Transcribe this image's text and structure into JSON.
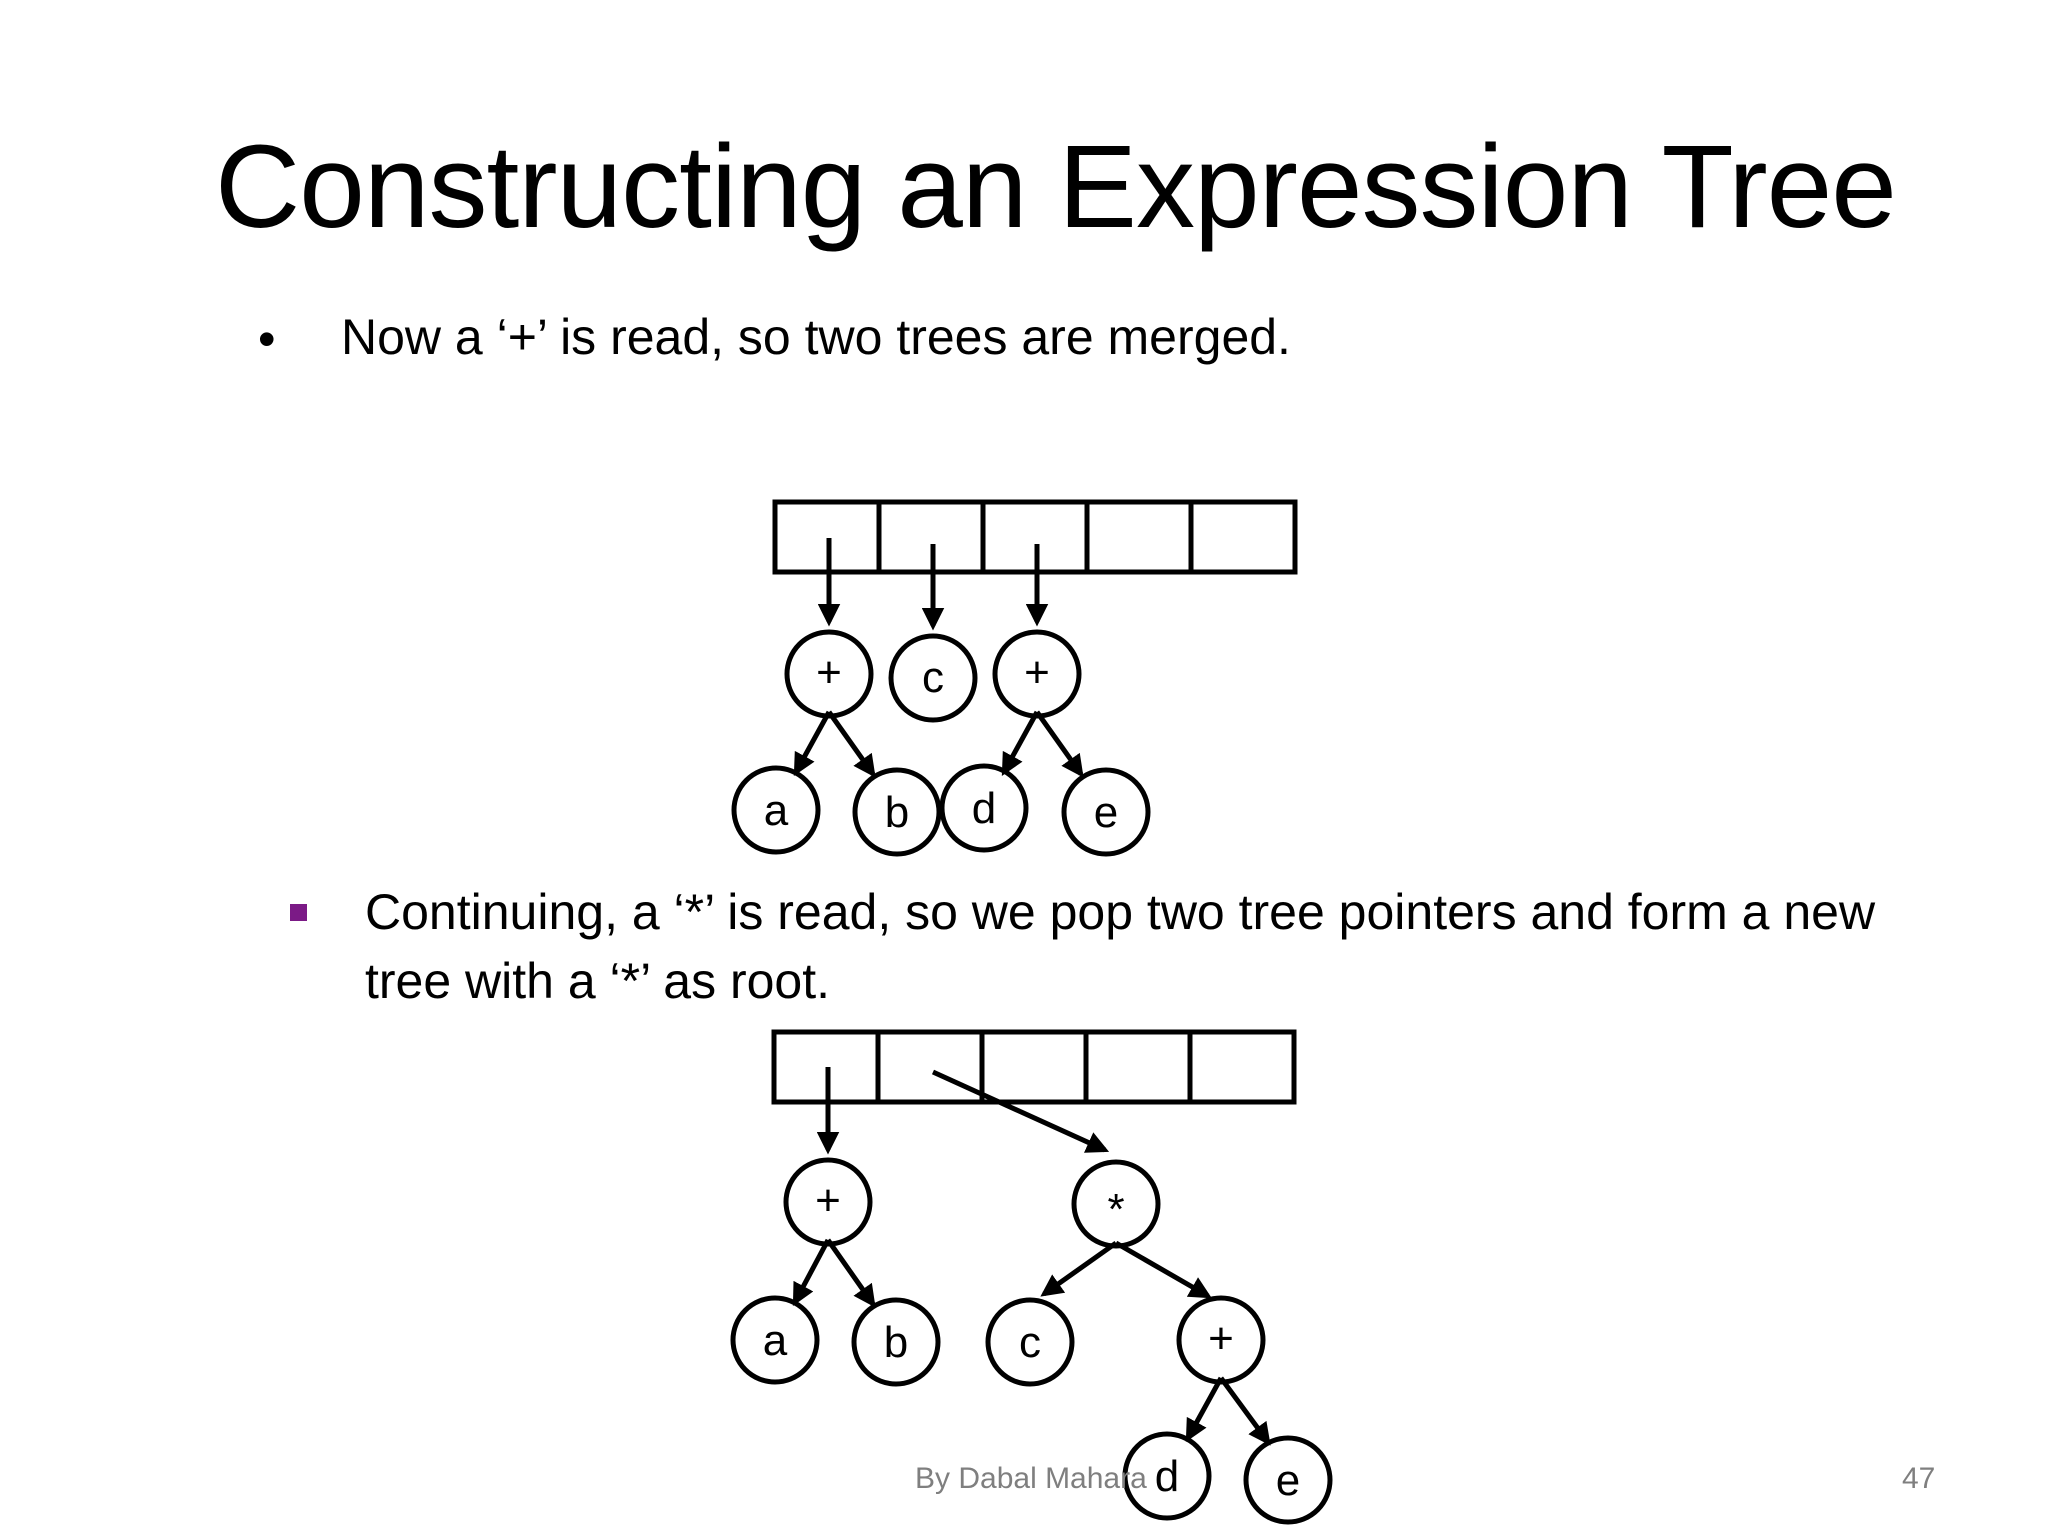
{
  "slide": {
    "title": "Constructing an Expression Tree",
    "bullet1": "Now a ‘+’ is read, so two trees are merged.",
    "bullet1_marker": "•",
    "bullet2_line1": "Continuing, a ‘*’ is read, so we pop two tree pointers and form a new",
    "bullet2_line2": "tree with a ‘*’ as root.",
    "bullet2_marker_color": "#7b1a86",
    "footer_author": "By Dabal Mahara",
    "page_number": "47"
  },
  "diagram1": {
    "stack_cells": 5,
    "nodes": [
      {
        "label": "+"
      },
      {
        "label": "c"
      },
      {
        "label": "+"
      },
      {
        "label": "a"
      },
      {
        "label": "b"
      },
      {
        "label": "d"
      },
      {
        "label": "e"
      }
    ]
  },
  "diagram2": {
    "stack_cells": 5,
    "nodes": [
      {
        "label": "+"
      },
      {
        "label": "*"
      },
      {
        "label": "a"
      },
      {
        "label": "b"
      },
      {
        "label": "c"
      },
      {
        "label": "+"
      },
      {
        "label": "d"
      },
      {
        "label": "e"
      }
    ]
  }
}
